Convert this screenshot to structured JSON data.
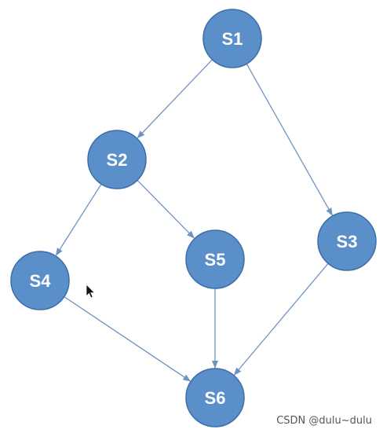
{
  "diagram": {
    "colors": {
      "node_fill": "#5b8fc9",
      "node_stroke": "#3c6ea8",
      "edge": "#6f93c0",
      "label": "#ffffff"
    },
    "nodes": [
      {
        "id": "s1",
        "label": "S1"
      },
      {
        "id": "s2",
        "label": "S2"
      },
      {
        "id": "s3",
        "label": "S3"
      },
      {
        "id": "s4",
        "label": "S4"
      },
      {
        "id": "s5",
        "label": "S5"
      },
      {
        "id": "s6",
        "label": "S6"
      }
    ],
    "edges": [
      {
        "from": "s1",
        "to": "s2"
      },
      {
        "from": "s1",
        "to": "s3"
      },
      {
        "from": "s2",
        "to": "s4"
      },
      {
        "from": "s2",
        "to": "s5"
      },
      {
        "from": "s4",
        "to": "s6"
      },
      {
        "from": "s5",
        "to": "s6"
      },
      {
        "from": "s3",
        "to": "s6"
      }
    ],
    "cursor_icon": "mouse-pointer-icon"
  },
  "watermark": {
    "text": "CSDN @dulu~dulu"
  }
}
